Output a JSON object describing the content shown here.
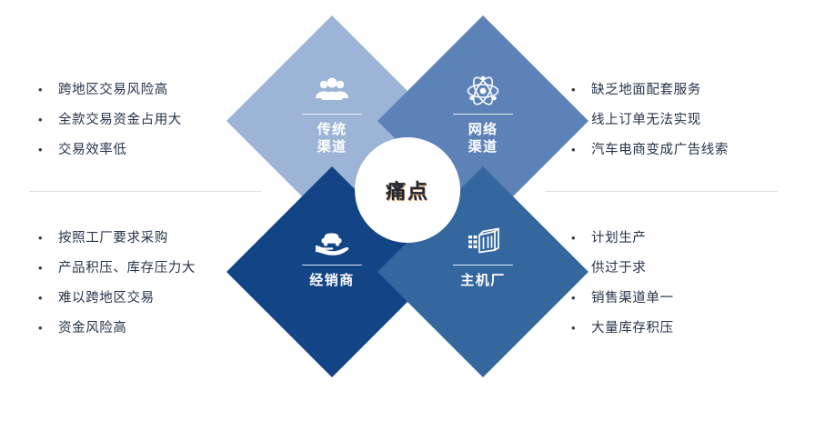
{
  "center": {
    "label": "痛点"
  },
  "quadrants": [
    {
      "key": "traditional-channel",
      "label": "传统\n渠道",
      "label_line1": "传统",
      "label_line2": "渠道",
      "icon": "group-people-icon",
      "color": "#9cb4d6",
      "position": "top-left"
    },
    {
      "key": "network-channel",
      "label": "网络\n渠道",
      "label_line1": "网络",
      "label_line2": "渠道",
      "icon": "atom-icon",
      "color": "#5d82b8",
      "position": "top-right"
    },
    {
      "key": "dealer",
      "label": "经销商",
      "label_line1": "经销商",
      "label_line2": "",
      "icon": "hand-holding-car-icon",
      "color": "#134486",
      "position": "bottom-left"
    },
    {
      "key": "oem-factory",
      "label": "主机厂",
      "label_line1": "主机厂",
      "label_line2": "",
      "icon": "factory-building-icon",
      "color": "#35679f",
      "position": "bottom-right"
    }
  ],
  "lists": {
    "top_left": {
      "bullet": "•",
      "items": [
        "跨地区交易风险高",
        "全款交易资金占用大",
        "交易效率低"
      ]
    },
    "top_right": {
      "bullet": "•",
      "items": [
        "缺乏地面配套服务",
        "线上订单无法实现",
        "汽车电商变成广告线索"
      ]
    },
    "bottom_left": {
      "bullet": "•",
      "items": [
        "按照工厂要求采购",
        "产品积压、库存压力大",
        "难以跨地区交易",
        "资金风险高"
      ]
    },
    "bottom_right": {
      "bullet": "•",
      "items": [
        "计划生产",
        "供过于求",
        "销售渠道单一",
        "大量库存积压"
      ]
    }
  },
  "colors": {
    "text": "#26344a",
    "divider": "#dcdcdc",
    "background": "#ffffff",
    "center_text": "#1d2738",
    "center_text_shadow": "#c47a32"
  }
}
